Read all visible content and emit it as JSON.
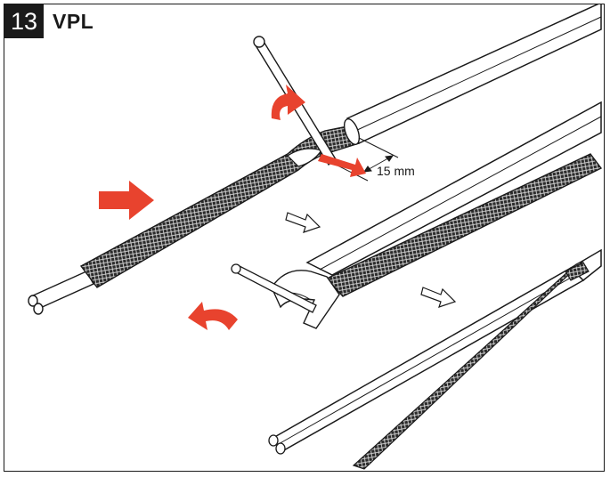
{
  "step": {
    "number": "13",
    "title": "VPL"
  },
  "dimension": {
    "label": "15 mm"
  },
  "colors": {
    "accent_arrow": "#e8432e",
    "line": "#1a1a1a",
    "braid_fill": "#3a3a3a",
    "background": "#ffffff"
  },
  "icons": {
    "push_arrow": "red-arrow-right",
    "lift_arrow": "red-curved-arrow-up",
    "pull_arrow": "red-curved-arrow-left",
    "separation_arrow": "red-double-arrow",
    "sequence_arrows": "outline-arrow-down-right"
  }
}
